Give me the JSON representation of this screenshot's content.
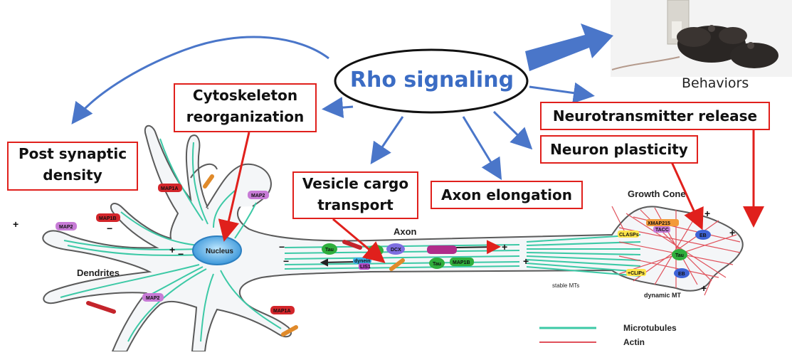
{
  "hub": {
    "label": "Rho signaling"
  },
  "effects": {
    "cytoskeleton": [
      "Cytoskeleton",
      "reorganization"
    ],
    "post_synaptic": [
      "Post synaptic",
      "density"
    ],
    "vesicle": [
      "Vesicle cargo",
      "transport"
    ],
    "axon_elongation": "Axon elongation",
    "neurotransmitter": "Neurotransmitter release",
    "plasticity": "Neuron plasticity"
  },
  "behaviors_label": "Behaviors",
  "neuron": {
    "nucleus": "Nucleus",
    "dendrites": "Dendrites",
    "axon": "Axon",
    "growth_cone": "Growth Cone",
    "stable_mts": "stable MTs",
    "dynamic_mt": "dynamic MT",
    "map2": "MAP2",
    "map1a": "MAP1A",
    "map1b": "MAP1B",
    "tau": "Tau",
    "dcx": "DCX",
    "dynein": "dynein",
    "lis1": "LIS1",
    "claspss": "CLASPs",
    "clips": "+CLIPs",
    "xmap": "XMAP215",
    "tacc": "TACC",
    "eb": "EB",
    "plus": "+",
    "minus": "−"
  },
  "legend": {
    "microtubules": "Microtubules",
    "actin": "Actin",
    "microtubules_color": "#3cc9a6",
    "actin_color": "#e0505a"
  },
  "colors": {
    "hub_text": "#3b6cc4",
    "arrow_blue": "#4a76c9",
    "box_border": "#e0201c",
    "red_arrow": "#e0201c",
    "neuron_fill": "#f4f6f8",
    "map2": "#c77bd6",
    "map1": "#d3262b",
    "tau": "#2fae3c",
    "nucleus": "#3aa8e6"
  }
}
